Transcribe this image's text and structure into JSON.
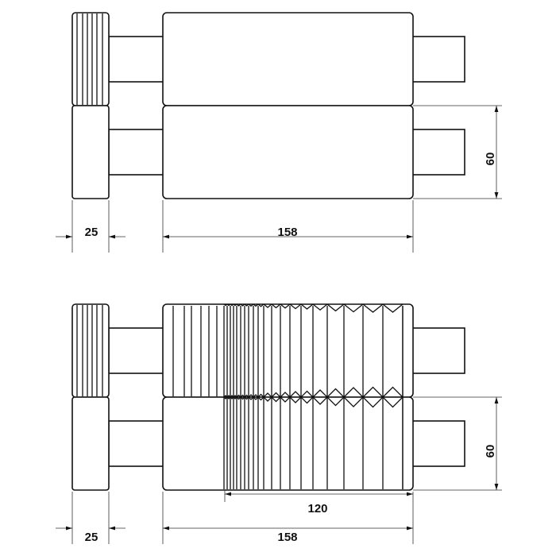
{
  "views": [
    {
      "name": "plain-roller-view",
      "dims": {
        "width_small": "25",
        "length": "158",
        "height": "60"
      }
    },
    {
      "name": "grooved-roller-view",
      "dims": {
        "width_small": "25",
        "length": "158",
        "grooved_length": "120",
        "height": "60"
      }
    }
  ]
}
